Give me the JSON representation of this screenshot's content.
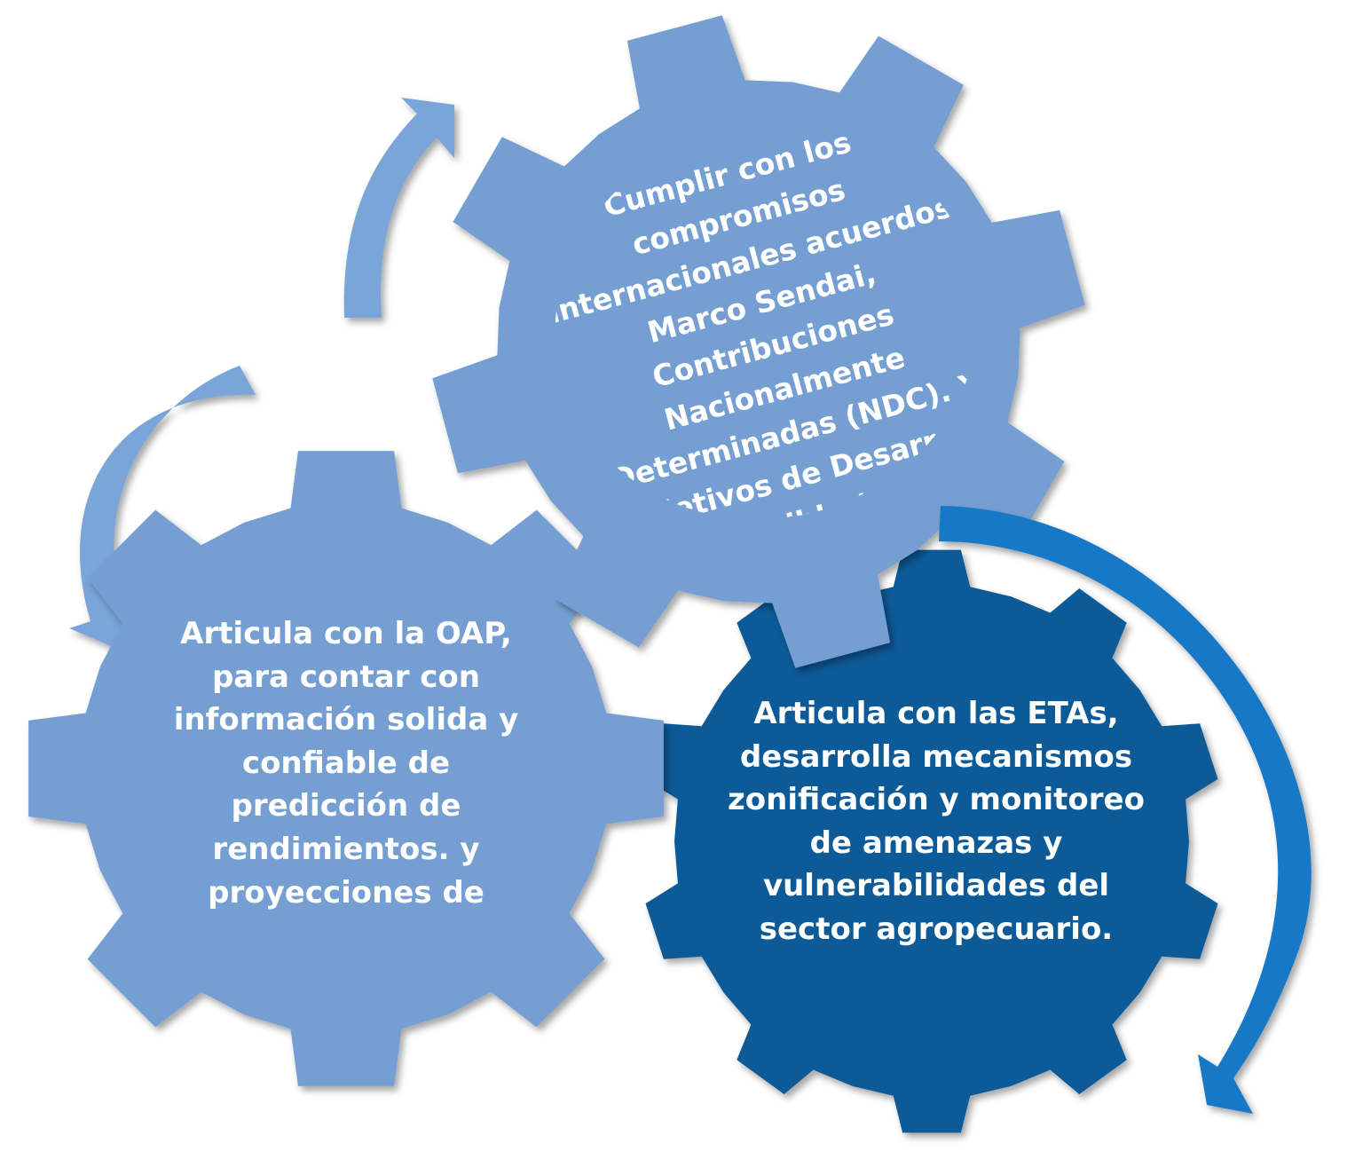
{
  "gears": [
    {
      "id": "top",
      "color": "#749fd2",
      "text": "Cumplir con los compromisos internacionales acuerdos  Marco Sendai, Contribuciones Nacionalmente Determinadas (NDC). Y Objetivos de Desarrollo Sostenible (ODS)."
    },
    {
      "id": "left",
      "color": "#749fd2",
      "text": "Articula con la OAP, para contar con información solida y confiable de predicción de rendimientos. y proyecciones de"
    },
    {
      "id": "right",
      "color": "#0d5a98",
      "text": "Articula con las ETAs, desarrolla mecanismos zonificación y monitoreo de amenazas y vulnerabilidades del sector agropecuario."
    }
  ],
  "arrow_colors": {
    "light": "#7aa5d8",
    "dark": "#1878c6"
  }
}
